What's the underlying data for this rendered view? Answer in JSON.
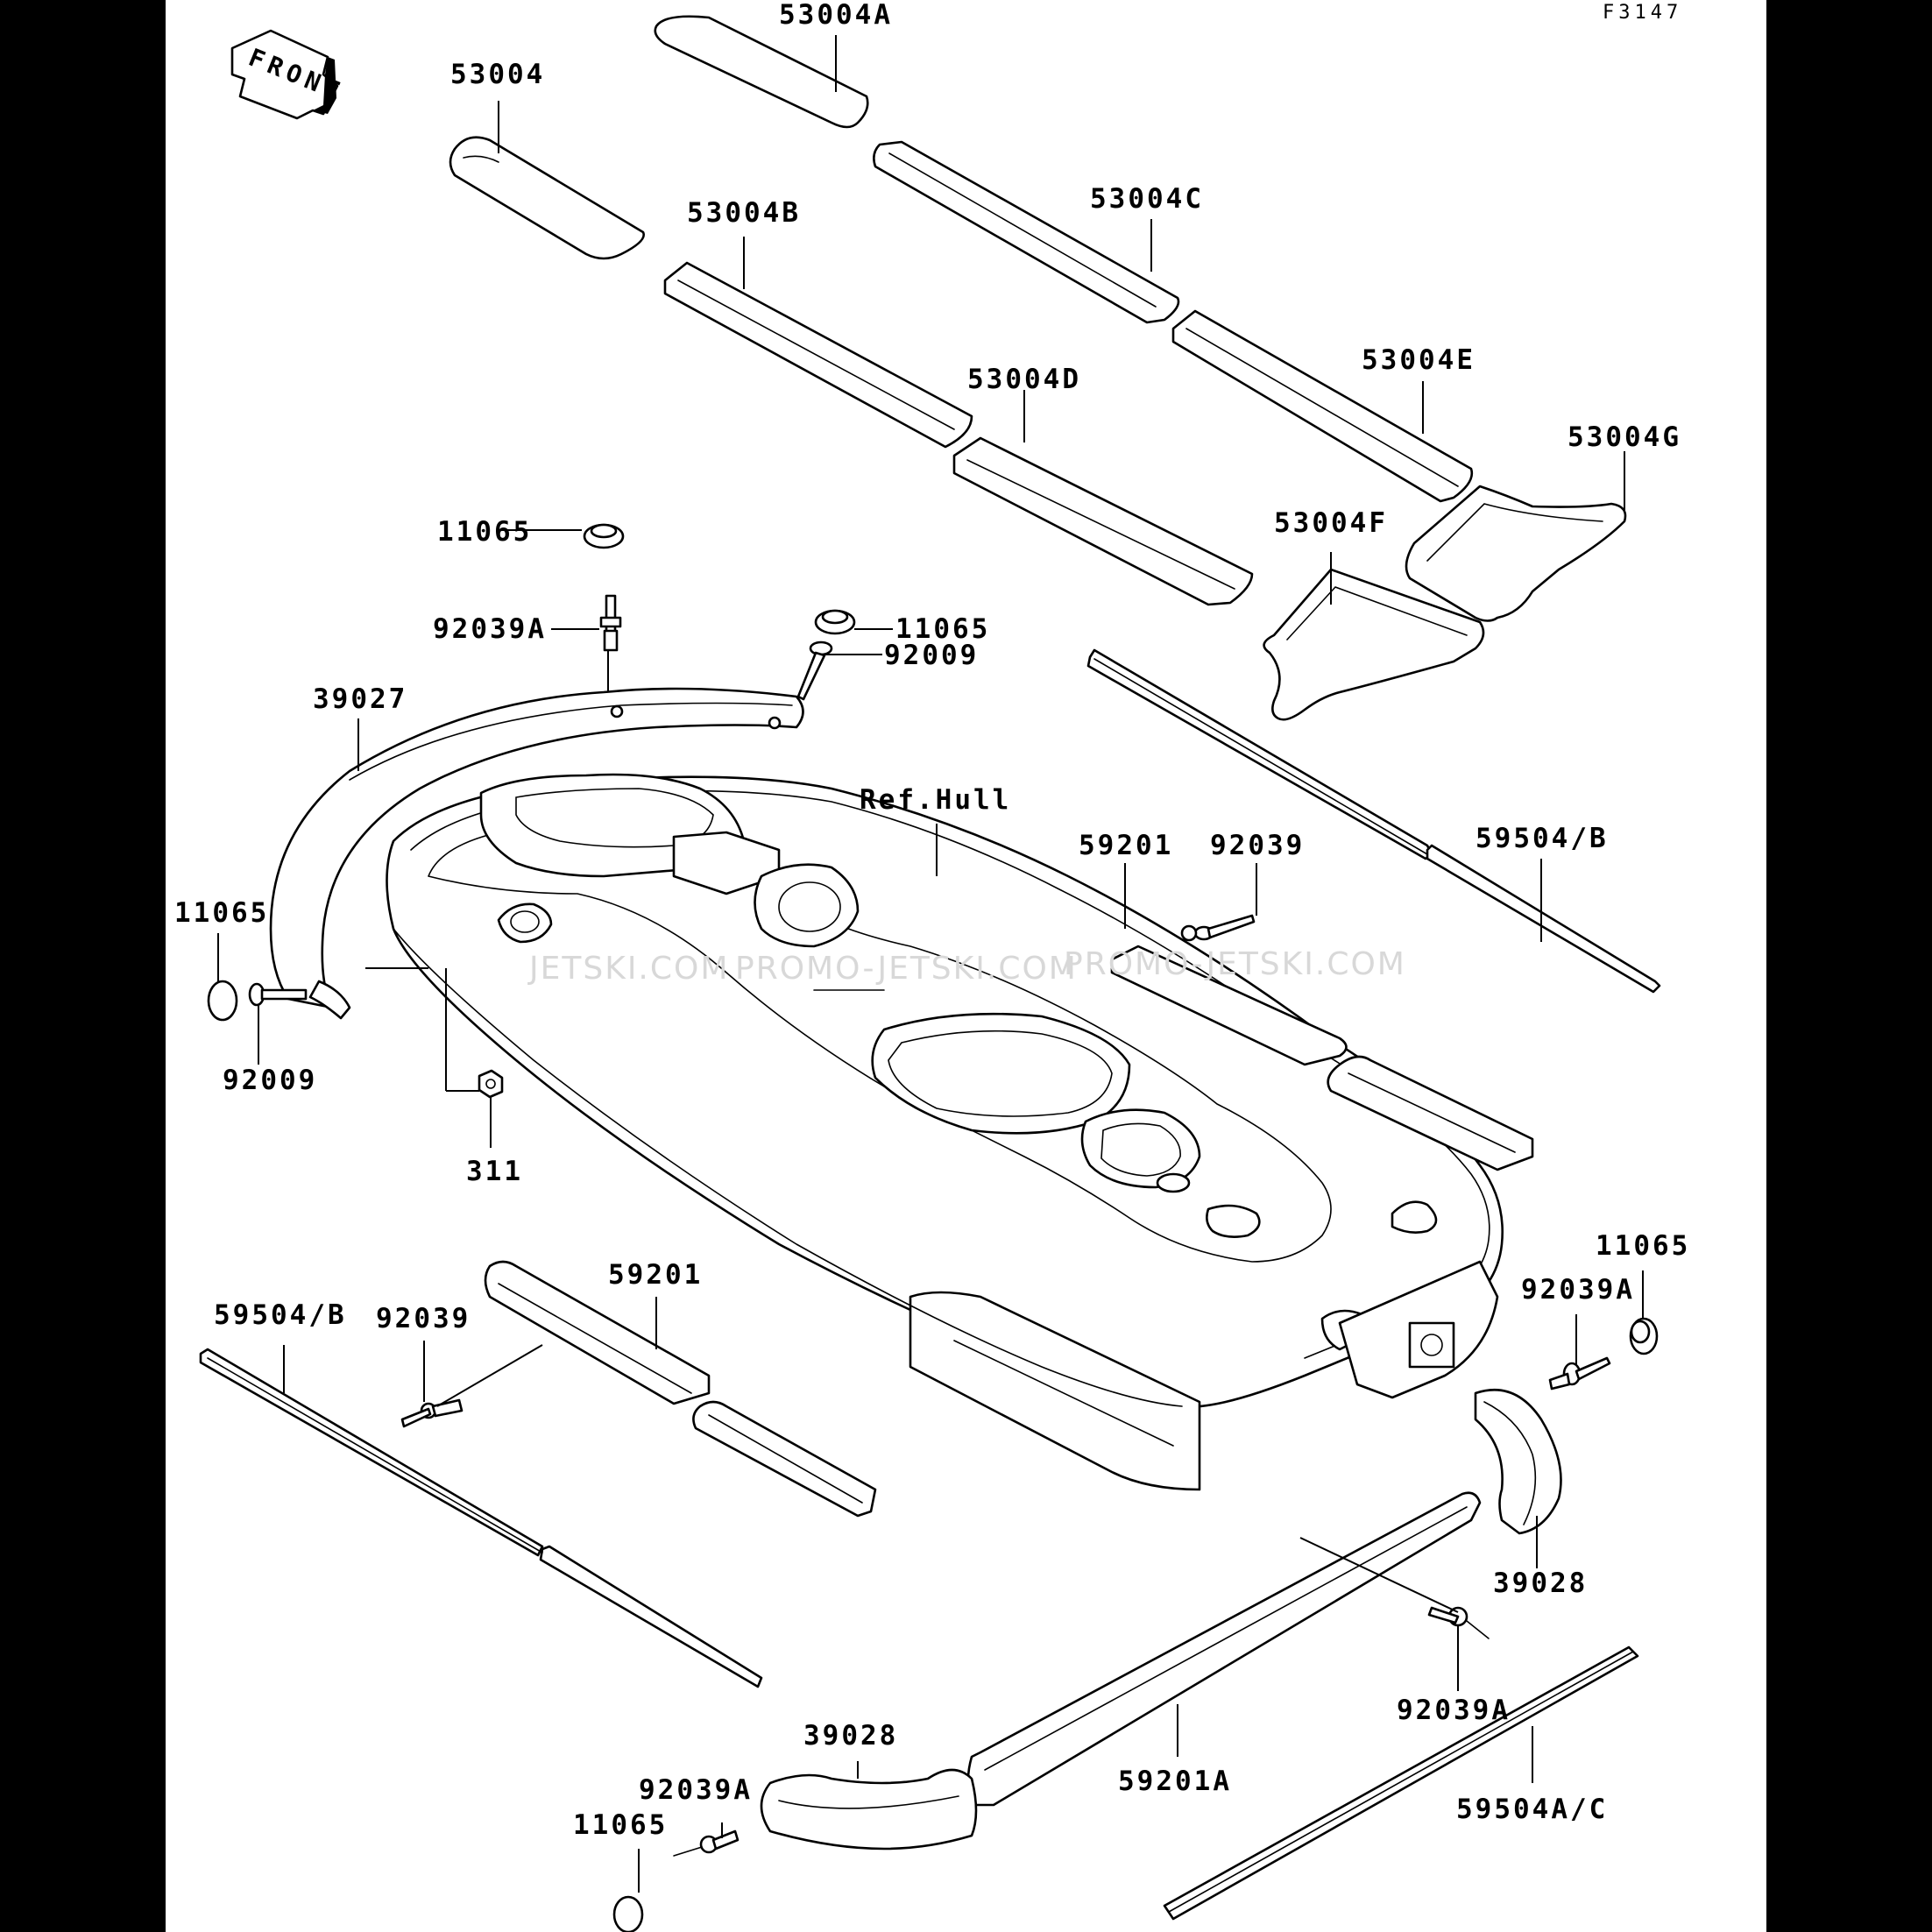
{
  "figure_code": "F3147",
  "front_marker": "FRONT",
  "watermarks": [
    "JETSKI.COM",
    "PROMO-JETSKI.COM",
    "PROMO-JETSKI.COM"
  ],
  "labels": {
    "p53004A": "53004A",
    "p53004": "53004",
    "p53004C": "53004C",
    "p53004B": "53004B",
    "p53004E": "53004E",
    "p53004D": "53004D",
    "p53004G": "53004G",
    "p53004F": "53004F",
    "p11065_a": "11065",
    "p92039A_a": "92039A",
    "p11065_b": "11065",
    "p92009_a": "92009",
    "p39027": "39027",
    "ref_hull": "Ref.Hull",
    "p59201_a": "59201",
    "p92039_a": "92039",
    "p59504B_a": "59504/B",
    "p11065_c": "11065",
    "p92009_b": "92009",
    "p311": "311",
    "p11065_d": "11065",
    "p92039A_b": "92039A",
    "p59201_b": "59201",
    "p59504B_b": "59504/B",
    "p92039_b": "92039",
    "p39028_a": "39028",
    "p92039A_c": "92039A",
    "p39028_b": "39028",
    "p92039A_d": "92039A",
    "p59201A": "59201A",
    "p11065_e": "11065",
    "p59504AC": "59504A/C"
  }
}
